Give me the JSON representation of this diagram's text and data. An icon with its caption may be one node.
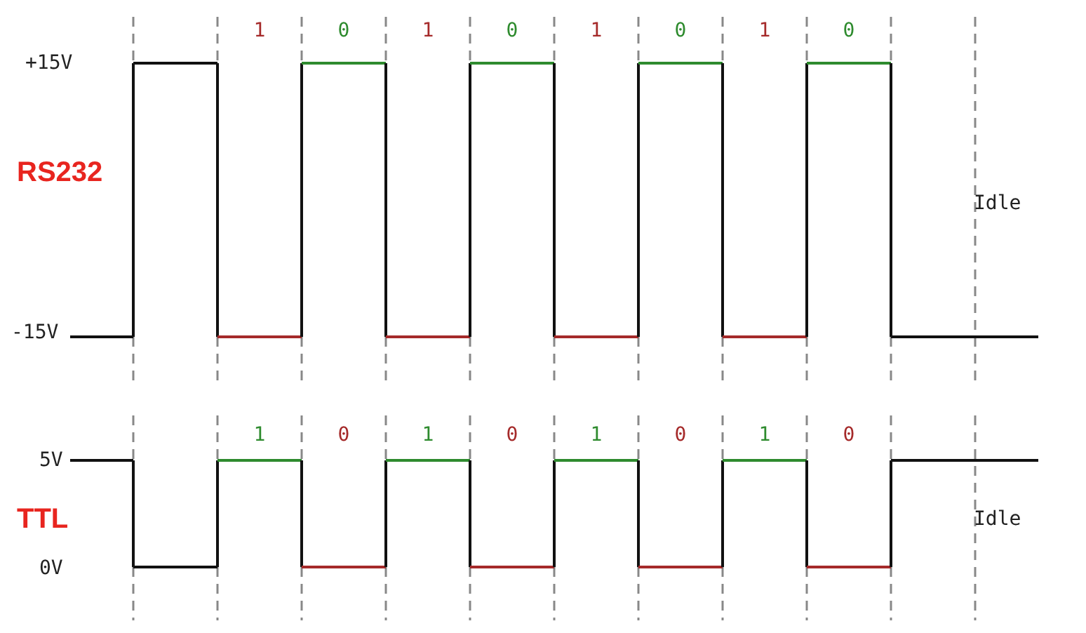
{
  "diagram": {
    "labels": [
      "1",
      "0",
      "1",
      "0",
      "1",
      "0",
      "1",
      "0",
      "+15V",
      "RS232",
      "Idle",
      "-15V",
      "1",
      "0",
      "1",
      "0",
      "1",
      "0",
      "1",
      "0",
      "5V",
      "TTL",
      "Idle",
      "0V"
    ]
  }
}
